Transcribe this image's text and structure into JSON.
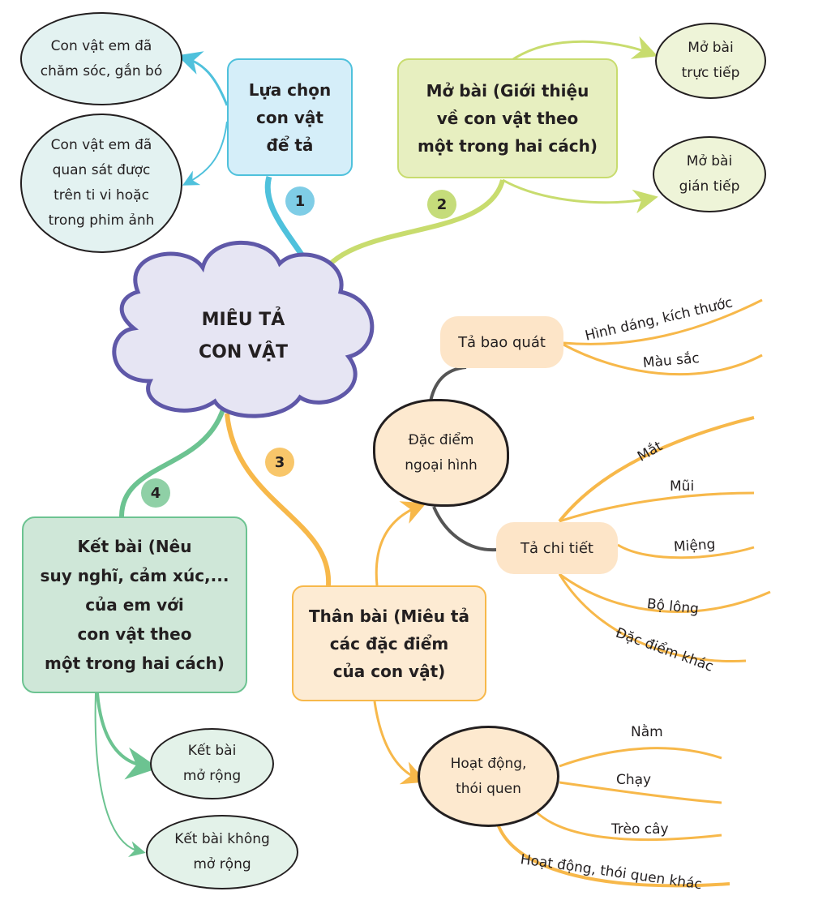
{
  "center": {
    "title": "MIÊU TẢ\nCON VẬT"
  },
  "branch1": {
    "badge": "1",
    "title": "Lựa chọn\ncon vật\nđể tả",
    "children": [
      "Con vật em đã\nchăm sóc, gắn bó",
      "Con vật em đã\nquan sát được\ntrên ti vi hoặc\ntrong phim ảnh"
    ]
  },
  "branch2": {
    "badge": "2",
    "title": "Mở bài (Giới thiệu\nvề con vật theo\nmột trong hai cách)",
    "children": [
      "Mở bài\ntrực tiếp",
      "Mở bài\ngián tiếp"
    ]
  },
  "branch3": {
    "badge": "3",
    "title": "Thân bài (Miêu tả\ncác đặc điểm\ncủa con vật)",
    "appearance": {
      "title": "Đặc điểm\nngoại hình",
      "overview": {
        "title": "Tả bao quát",
        "items": [
          "Hình dáng, kích thước",
          "Màu sắc"
        ]
      },
      "detail": {
        "title": "Tả chi tiết",
        "items": [
          "Mắt",
          "Mũi",
          "Miệng",
          "Bộ lông",
          "Đặc điểm khác"
        ]
      }
    },
    "activity": {
      "title": "Hoạt động,\nthói quen",
      "items": [
        "Nằm",
        "Chạy",
        "Trèo cây",
        "Hoạt động, thói quen khác"
      ]
    }
  },
  "branch4": {
    "badge": "4",
    "title": "Kết bài (Nêu\nsuy nghĩ, cảm xúc,...\ncủa em với\ncon vật theo\nmột trong hai cách)",
    "children": [
      "Kết bài\nmở rộng",
      "Kết bài không\nmở rộng"
    ]
  },
  "colors": {
    "blue": "#4fc1dc",
    "green_yellow": "#c8dc6e",
    "orange": "#f7b84a",
    "green": "#6cc391",
    "purple": "#5f58a8"
  }
}
